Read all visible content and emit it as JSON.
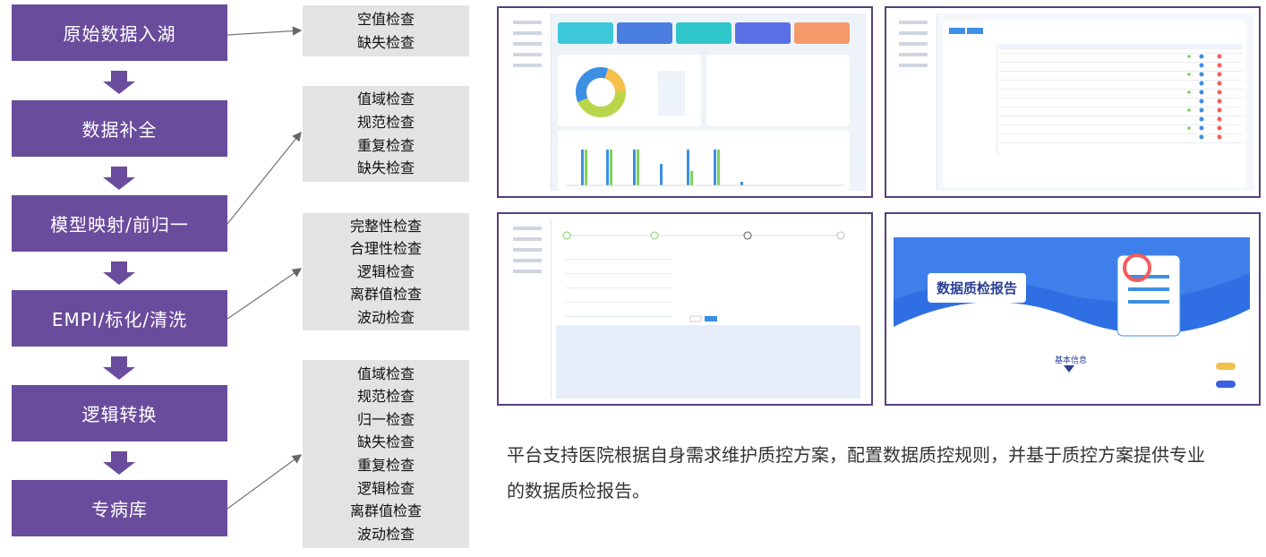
{
  "flow": {
    "steps": [
      {
        "label": "原始数据入湖"
      },
      {
        "label": "数据补全"
      },
      {
        "label": "模型映射/前归一"
      },
      {
        "label": "EMPI/标化/清洗"
      },
      {
        "label": "逻辑转换"
      },
      {
        "label": "专病库"
      }
    ],
    "check_groups": [
      {
        "items": [
          "空值检查",
          "缺失检查"
        ]
      },
      {
        "items": [
          "值域检查",
          "规范检查",
          "重复检查",
          "缺失检查"
        ]
      },
      {
        "items": [
          "完整性检查",
          "合理性检查",
          "逻辑检查",
          "离群值检查",
          "波动检查"
        ]
      },
      {
        "items": [
          "值域检查",
          "规范检查",
          "归一检查",
          "缺失检查",
          "重复检查",
          "逻辑检查",
          "离群值检查",
          "波动检查"
        ]
      }
    ]
  },
  "screens": {
    "report": {
      "title": "数据质检报告",
      "subtitle": "基本信息"
    }
  },
  "description": "平台支持医院根据自身需求维护质控方案，配置数据质控规则，并基于质控方案提供专业的数据质检报告。",
  "colors": {
    "step_fill": "#6a4c9c",
    "check_fill": "#e3e3e3",
    "frame_border": "#55407d",
    "arrow": "#6a4c9c"
  }
}
